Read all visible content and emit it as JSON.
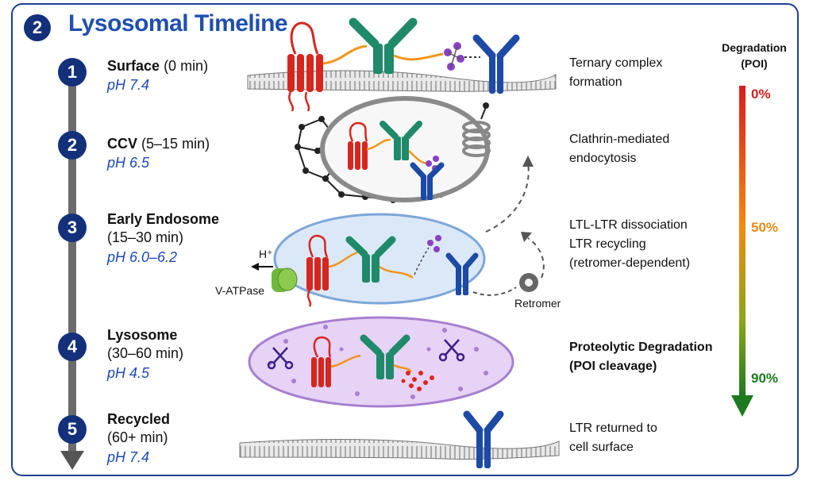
{
  "header": {
    "badge": "2",
    "title": "Lysosomal Timeline"
  },
  "steps": [
    {
      "num": "1",
      "name": "Surface",
      "time": "(0 min)",
      "ph": "pH 7.4",
      "desc": [
        "Ternary complex",
        "formation"
      ]
    },
    {
      "num": "2",
      "name": "CCV",
      "time": "(5–15 min)",
      "ph": "pH 6.5",
      "desc": [
        "Clathrin-mediated",
        "endocytosis"
      ]
    },
    {
      "num": "3",
      "name": "Early Endosome",
      "time": "(15–30 min)",
      "ph": "pH 6.0–6.2",
      "desc": [
        "LTL-LTR dissociation",
        "LTR recycling",
        "(retromer-dependent)"
      ]
    },
    {
      "num": "4",
      "name": "Lysosome",
      "time": "(30–60 min)",
      "ph": "pH 4.5",
      "desc": [
        "Proteolytic Degradation",
        "(POI cleavage)"
      ]
    },
    {
      "num": "5",
      "name": "Recycled",
      "time": "(60+ min)",
      "ph": "pH 7.4",
      "desc": [
        "LTR returned to",
        "cell surface"
      ]
    }
  ],
  "degradation": {
    "title_line1": "Degradation",
    "title_line2": "(POI)",
    "ticks": [
      "0%",
      "50%",
      "90%"
    ],
    "colors": [
      "#d81e1e",
      "#ef8a12",
      "#1d7a1d"
    ]
  },
  "labels": {
    "proton": "H⁺",
    "vatpase": "V-ATPase",
    "retromer": "Retromer"
  },
  "colors": {
    "navy": "#13307a",
    "title_blue": "#1e4fb0",
    "ph_blue": "#1d49b5",
    "red_protein": "#d7261e",
    "green_antibody": "#1f8a6a",
    "blue_receptor": "#1c4aa6",
    "linker_orange": "#f0951a"
  }
}
